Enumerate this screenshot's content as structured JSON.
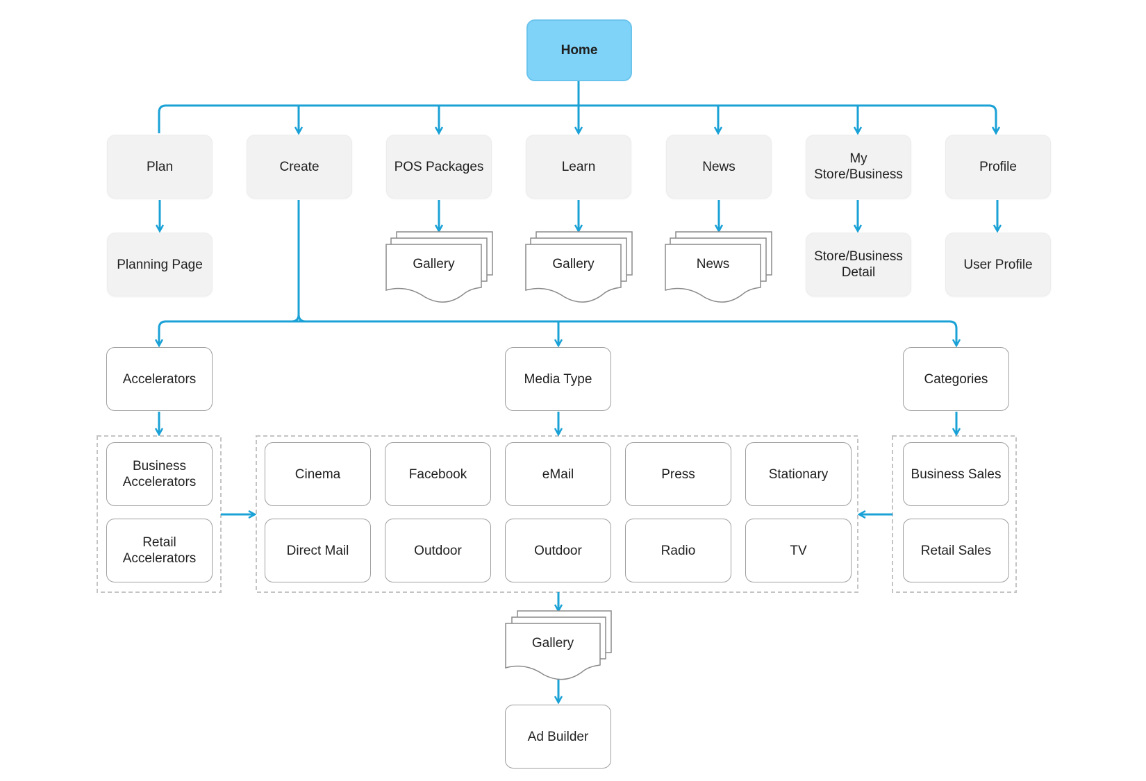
{
  "colors": {
    "connector": "#1aa1d6",
    "home_fill": "#7fd3f8",
    "tile_fill": "#f2f2f2",
    "outline": "#9e9e9e",
    "group_border": "#c4c4c4"
  },
  "root": {
    "label": "Home"
  },
  "sections": [
    {
      "label": "Plan",
      "child": "Planning Page"
    },
    {
      "label": "Create"
    },
    {
      "label": "POS Packages",
      "child": "Gallery"
    },
    {
      "label": "Learn",
      "child": "Gallery"
    },
    {
      "label": "News",
      "child": "News"
    },
    {
      "label": "My\nStore/Business",
      "child": "Store/Business\nDetail"
    },
    {
      "label": "Profile",
      "child": "User Profile"
    }
  ],
  "create_branches": {
    "accelerators": {
      "label": "Accelerators",
      "items": [
        "Business\nAccelerators",
        "Retail\nAccelerators"
      ]
    },
    "media_type": {
      "label": "Media Type",
      "items": [
        "Cinema",
        "Facebook",
        "eMail",
        "Press",
        "Stationary",
        "Direct Mail",
        "Outdoor",
        "Outdoor",
        "Radio",
        "TV"
      ]
    },
    "categories": {
      "label": "Categories",
      "items": [
        "Business Sales",
        "Retail Sales"
      ]
    }
  },
  "media_gallery": {
    "label": "Gallery"
  },
  "ad_builder": {
    "label": "Ad Builder"
  }
}
